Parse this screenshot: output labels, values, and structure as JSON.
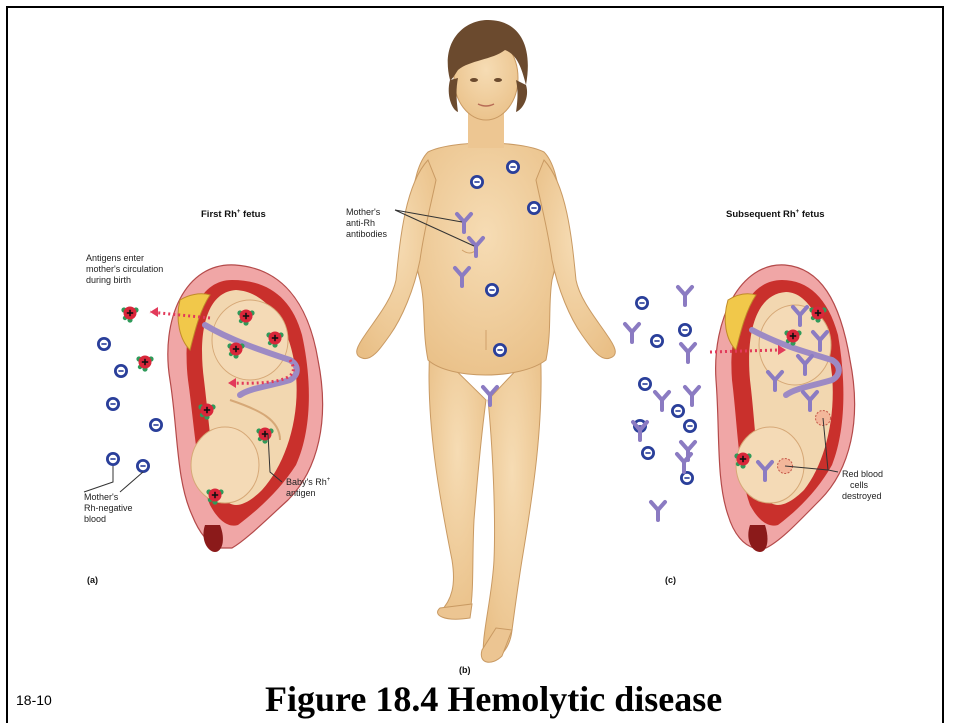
{
  "labels": {
    "first_fetus": "First Rh",
    "subsequent_fetus": "Subsequent Rh",
    "plus": "+",
    "fetus_word": " fetus",
    "antigens_enter": [
      "Antigens enter",
      "mother's circulation",
      "during birth"
    ],
    "mothers_antibodies": [
      "Mother's",
      "anti-Rh",
      "antibodies"
    ],
    "babys_antigen": [
      "Baby's Rh",
      "antigen"
    ],
    "mothers_blood": [
      "Mother's",
      "Rh-negative",
      "blood"
    ],
    "rbc_destroyed": [
      "Red blood",
      "cells",
      "destroyed"
    ],
    "panel_a": "(a)",
    "panel_b": "(b)",
    "panel_c": "(c)"
  },
  "slide_number": "18-10",
  "caption": "Figure 18.4 Hemolytic disease",
  "colors": {
    "skin": "#f2d2a4",
    "skin_shade": "#d9b07a",
    "hair": "#6b4a2e",
    "uterus": "#f0a6a6",
    "uterus_inner": "#c9302c",
    "rh_negative_cell": "#2a3f9a",
    "rh_positive_cell": "#d9263a",
    "antigen_dot": "#2f9a5a",
    "antibody": "#8b7bc2",
    "dotted_arrow": "#e23a5a"
  }
}
